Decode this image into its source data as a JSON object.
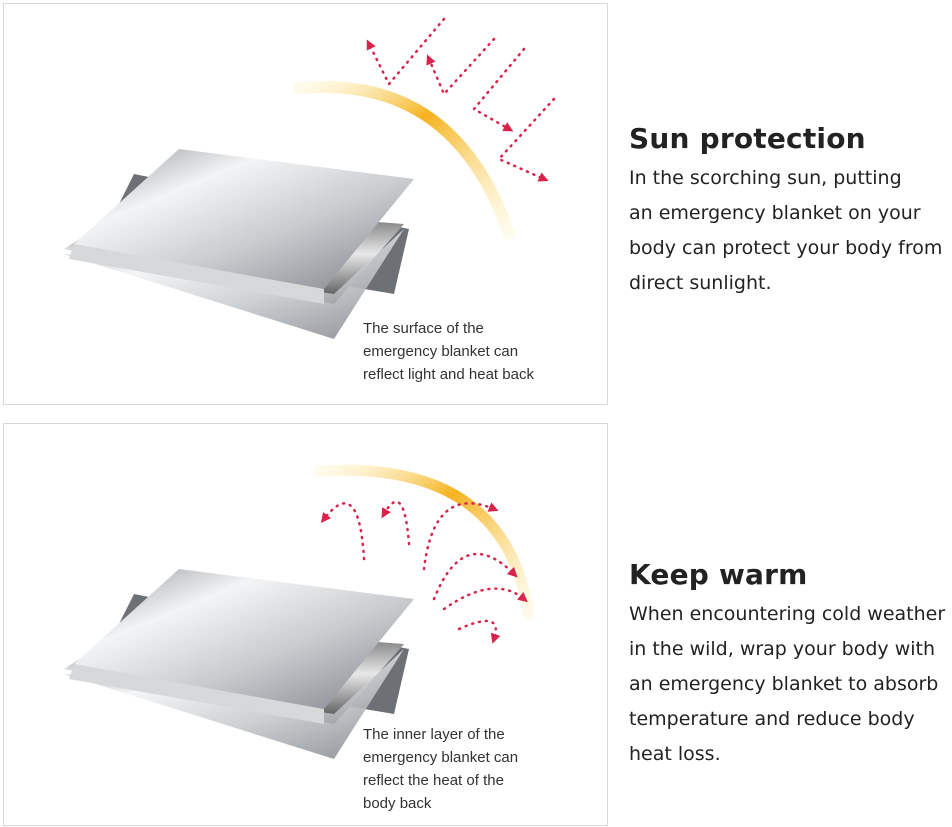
{
  "panels": [
    {
      "caption": "The surface of the\nemergency blanket can\nreflect light and heat back"
    },
    {
      "caption": "The inner layer of the\nemergency blanket can\nreflect the heat of the\nbody back"
    }
  ],
  "sections": [
    {
      "title": "Sun protection",
      "body": "In the scorching sun, putting\nan emergency blanket on your\nbody can protect your body from\ndirect sunlight."
    },
    {
      "title": "Keep warm",
      "body": "When encountering cold weather\nin the wild, wrap your body with\nan emergency blanket to absorb\ntemperature and reduce body\nheat loss."
    }
  ],
  "colors": {
    "sun": "#f5b21e",
    "arrow": "#d8234a",
    "blanket": "#c8cbcf"
  }
}
